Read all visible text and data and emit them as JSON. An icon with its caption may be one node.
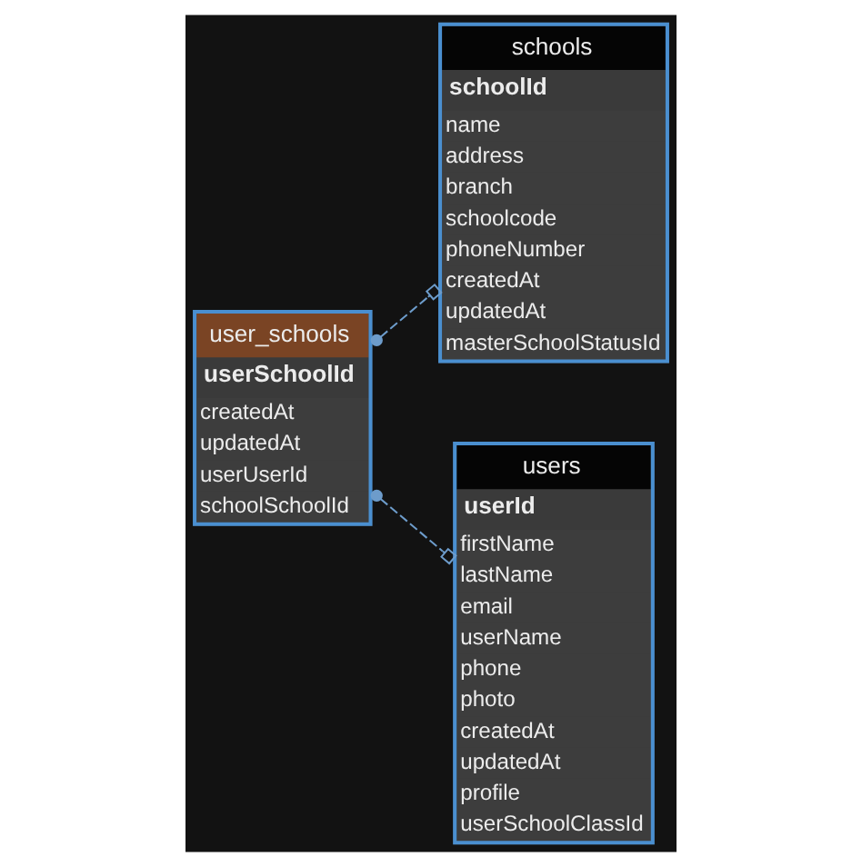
{
  "diagram": {
    "nodes": [
      {
        "text": [
          "schools",
          "schoolId",
          "name",
          "address",
          "branch",
          "schoolcode",
          "phoneNumber",
          "createdAt",
          "updatedAt",
          "masterSchoolStatusId"
        ]
      },
      {
        "text": [
          "user_schools",
          "userSchoolId",
          "createdAt",
          "updatedAt",
          "userUserId",
          "schoolSchoolId"
        ]
      },
      {
        "text": [
          "users",
          "userId",
          "firstName",
          "lastName",
          "email",
          "userName",
          "phone",
          "photo",
          "createdAt",
          "updatedAt",
          "profile",
          "userSchoolClassId"
        ]
      }
    ],
    "edges": [
      {
        "from": 1,
        "to": 0,
        "arrow": "other",
        "style": "dashed"
      },
      {
        "from": 1,
        "to": 2,
        "arrow": "other",
        "style": "dashed"
      }
    ]
  }
}
